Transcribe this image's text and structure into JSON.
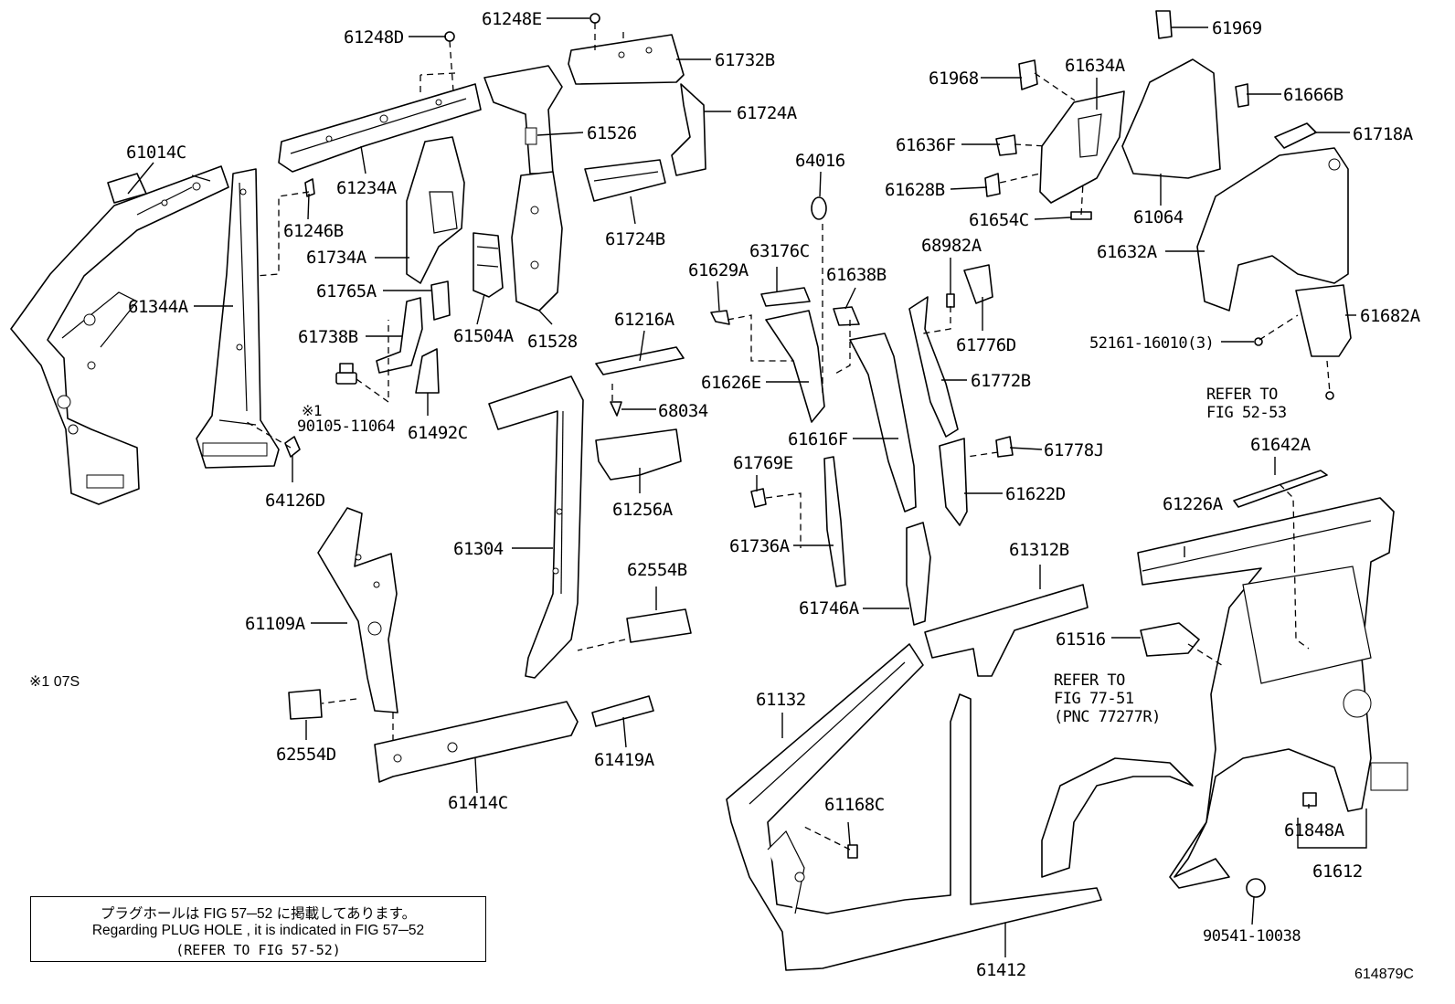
{
  "labels": [
    {
      "id": "61248D",
      "text": "61248D"
    },
    {
      "id": "61248E",
      "text": "61248E"
    },
    {
      "id": "61732B",
      "text": "61732B"
    },
    {
      "id": "61014C",
      "text": "61014C"
    },
    {
      "id": "61234A",
      "text": "61234A"
    },
    {
      "id": "61526",
      "text": "61526"
    },
    {
      "id": "61724A",
      "text": "61724A"
    },
    {
      "id": "61246B",
      "text": "61246B"
    },
    {
      "id": "61734A",
      "text": "61734A"
    },
    {
      "id": "61344A",
      "text": "61344A"
    },
    {
      "id": "61765A",
      "text": "61765A"
    },
    {
      "id": "61504A",
      "text": "61504A"
    },
    {
      "id": "61528",
      "text": "61528"
    },
    {
      "id": "61724B",
      "text": "61724B"
    },
    {
      "id": "61738B",
      "text": "61738B"
    },
    {
      "id": "61492C",
      "text": "61492C"
    },
    {
      "id": "note1mark",
      "text": "※1"
    },
    {
      "id": "90105-11064",
      "text": "90105-11064"
    },
    {
      "id": "64126D",
      "text": "64126D"
    },
    {
      "id": "61216A",
      "text": "61216A"
    },
    {
      "id": "68034",
      "text": "68034"
    },
    {
      "id": "61256A",
      "text": "61256A"
    },
    {
      "id": "61304",
      "text": "61304"
    },
    {
      "id": "62554B",
      "text": "62554B"
    },
    {
      "id": "61109A",
      "text": "61109A"
    },
    {
      "id": "62554D",
      "text": "62554D"
    },
    {
      "id": "61414C",
      "text": "61414C"
    },
    {
      "id": "61419A",
      "text": "61419A"
    },
    {
      "id": "64016",
      "text": "64016"
    },
    {
      "id": "63176C",
      "text": "63176C"
    },
    {
      "id": "61629A",
      "text": "61629A"
    },
    {
      "id": "61638B",
      "text": "61638B"
    },
    {
      "id": "61626E",
      "text": "61626E"
    },
    {
      "id": "61616F",
      "text": "61616F"
    },
    {
      "id": "61769E",
      "text": "61769E"
    },
    {
      "id": "61736A",
      "text": "61736A"
    },
    {
      "id": "61746A",
      "text": "61746A"
    },
    {
      "id": "68982A",
      "text": "68982A"
    },
    {
      "id": "61776D",
      "text": "61776D"
    },
    {
      "id": "61772B",
      "text": "61772B"
    },
    {
      "id": "61778J",
      "text": "61778J"
    },
    {
      "id": "61622D",
      "text": "61622D"
    },
    {
      "id": "61968",
      "text": "61968"
    },
    {
      "id": "61634A",
      "text": "61634A"
    },
    {
      "id": "61969",
      "text": "61969"
    },
    {
      "id": "61636F",
      "text": "61636F"
    },
    {
      "id": "61628B",
      "text": "61628B"
    },
    {
      "id": "61654C",
      "text": "61654C"
    },
    {
      "id": "61064",
      "text": "61064"
    },
    {
      "id": "61666B",
      "text": "61666B"
    },
    {
      "id": "61718A",
      "text": "61718A"
    },
    {
      "id": "61632A",
      "text": "61632A"
    },
    {
      "id": "52161-16010",
      "text": "52161-16010(3)"
    },
    {
      "id": "61682A",
      "text": "61682A"
    },
    {
      "id": "refer5253a",
      "text": "REFER TO"
    },
    {
      "id": "refer5253b",
      "text": "FIG 52-53"
    },
    {
      "id": "61642A",
      "text": "61642A"
    },
    {
      "id": "61226A",
      "text": "61226A"
    },
    {
      "id": "61312B",
      "text": "61312B"
    },
    {
      "id": "61516",
      "text": "61516"
    },
    {
      "id": "refer7751a",
      "text": "REFER TO"
    },
    {
      "id": "refer7751b",
      "text": "FIG 77-51"
    },
    {
      "id": "refer7751c",
      "text": "(PNC 77277R)"
    },
    {
      "id": "61132",
      "text": "61132"
    },
    {
      "id": "61168C",
      "text": "61168C"
    },
    {
      "id": "61848A",
      "text": "61848A"
    },
    {
      "id": "61612",
      "text": "61612"
    },
    {
      "id": "90541-10038",
      "text": "90541-10038"
    },
    {
      "id": "61412",
      "text": "61412"
    }
  ],
  "footnote": "※1 07S",
  "note": {
    "jp": "プラグホールは FIG 57─52 に掲載してあります。",
    "en": "Regarding PLUG HOLE , it is indicated in FIG 57─52",
    "ref": "(REFER TO FIG 57-52)"
  },
  "figure_code": "614879C"
}
